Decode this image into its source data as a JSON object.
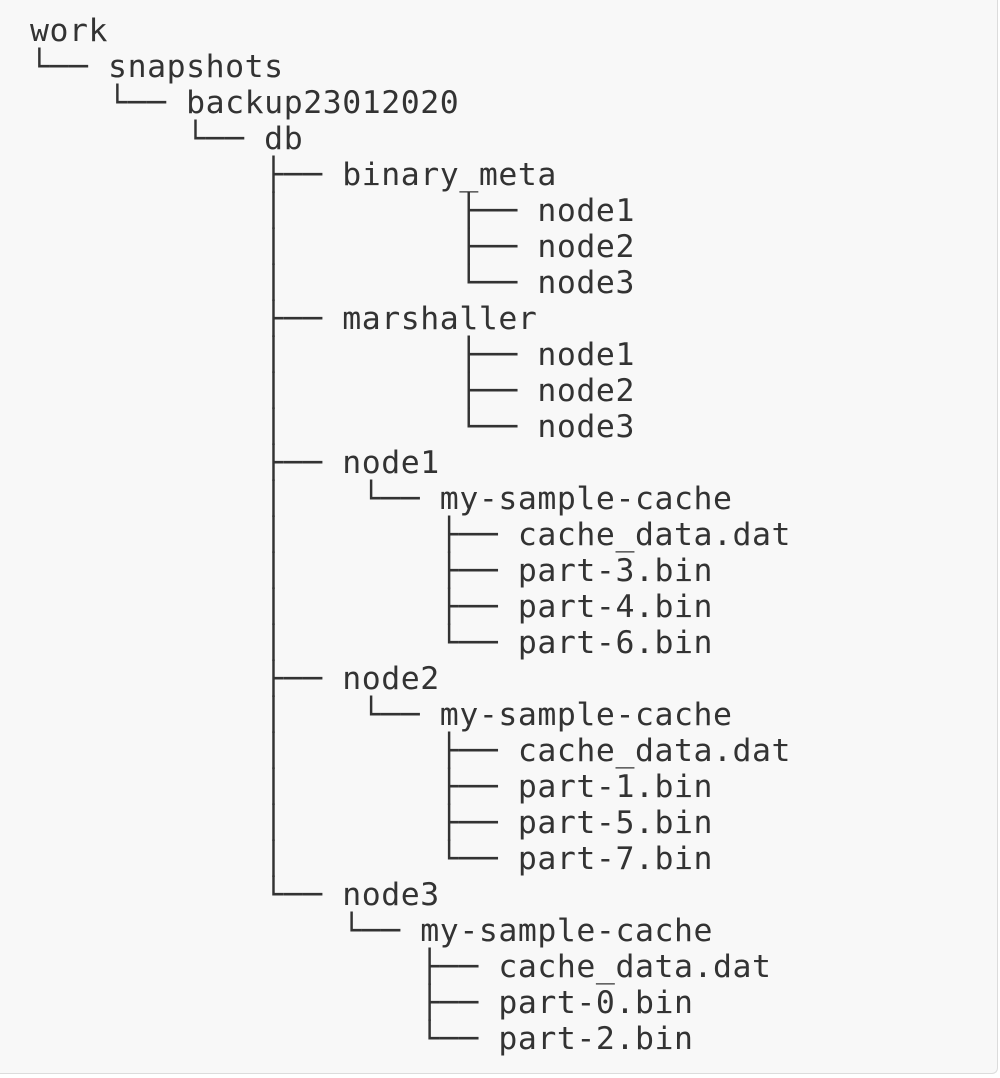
{
  "tree": {
    "lines": [
      "work",
      "└── snapshots",
      "    └── backup23012020",
      "        └── db",
      "            ├── binary_meta",
      "            │         ├── node1",
      "            │         ├── node2",
      "            │         └── node3",
      "            ├── marshaller",
      "            │         ├── node1",
      "            │         ├── node2",
      "            │         └── node3",
      "            ├── node1",
      "            │    └── my-sample-cache",
      "            │        ├── cache_data.dat",
      "            │        ├── part-3.bin",
      "            │        ├── part-4.bin",
      "            │        └── part-6.bin",
      "            ├── node2",
      "            │    └── my-sample-cache",
      "            │        ├── cache_data.dat",
      "            │        ├── part-1.bin",
      "            │        ├── part-5.bin",
      "            │        └── part-7.bin",
      "            └── node3",
      "                └── my-sample-cache",
      "                    ├── cache_data.dat",
      "                    ├── part-0.bin",
      "                    └── part-2.bin"
    ]
  }
}
